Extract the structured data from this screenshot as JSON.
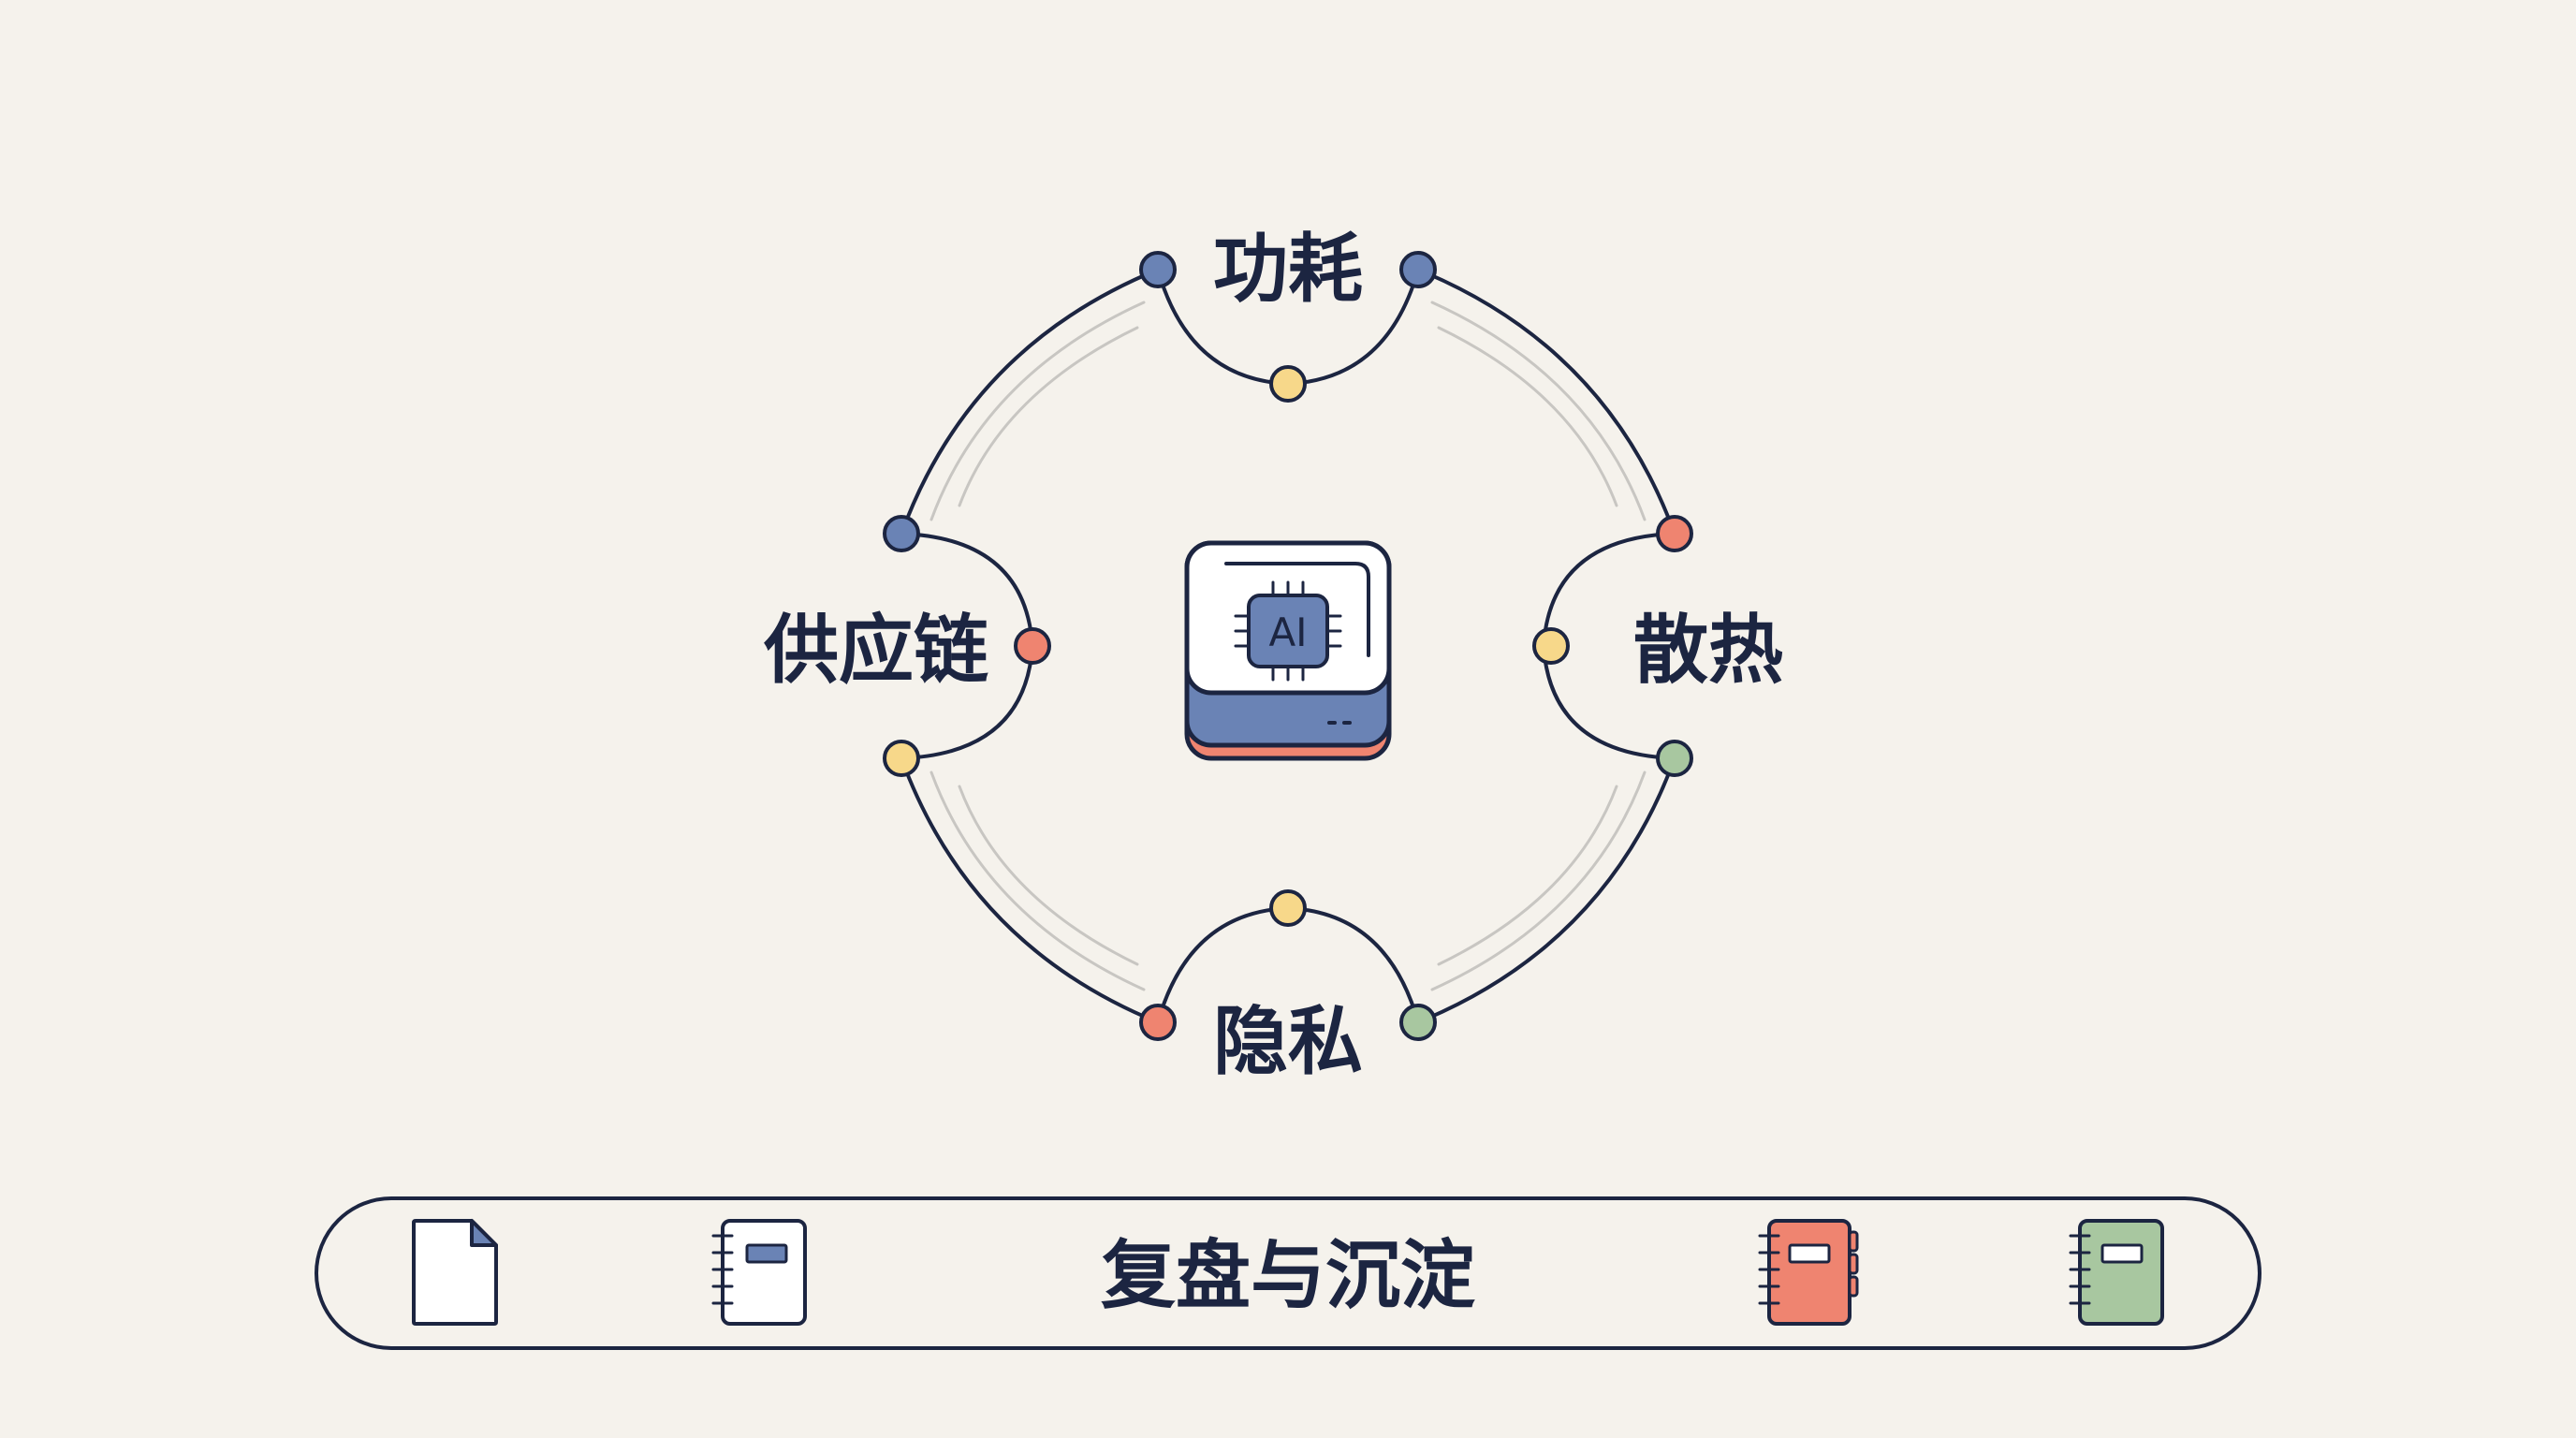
{
  "diagram": {
    "center": {
      "chip_text": "AI"
    },
    "nodes": {
      "top": {
        "label": "功耗"
      },
      "right": {
        "label": "散热"
      },
      "bottom": {
        "label": "隐私"
      },
      "left": {
        "label": "供应链"
      }
    },
    "footer": {
      "label": "复盘与沉淀"
    }
  },
  "colors": {
    "ink": "#1c2541",
    "blue": "#6a83b5",
    "yellow": "#f7d88a",
    "red": "#ef8470",
    "green": "#a8c7a0",
    "background": "#f5f2ec",
    "guide": "#c8c6c2"
  }
}
